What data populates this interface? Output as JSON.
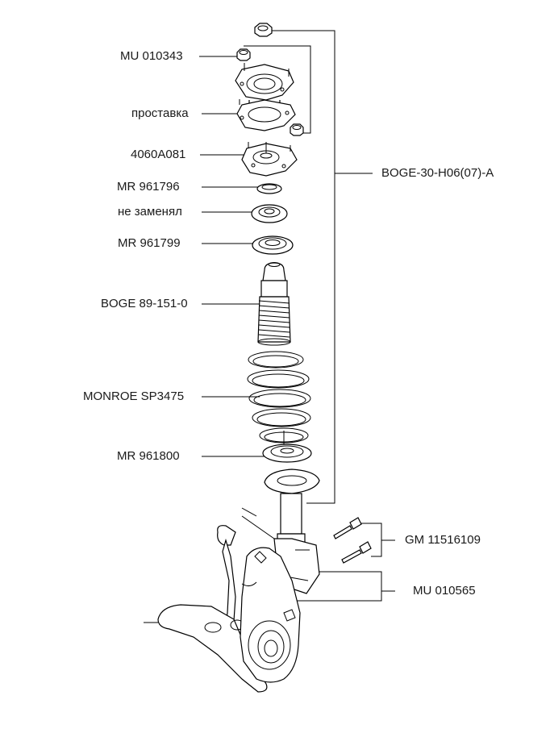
{
  "labels": {
    "upper_nut": "MU 010343",
    "spacer": "проставка",
    "top_mount": "4060A081",
    "bearing": "MR 961796",
    "seat": "не заменял",
    "upper_spring_pad": "MR 961799",
    "bump_boot": "BOGE 89-151-0",
    "spring": "MONROE SP3475",
    "lower_spring_pad": "MR 961800",
    "strut": "BOGE-30-H06(07)-A",
    "bolts": "GM 11516109",
    "bolt_nuts": "MU 010565"
  }
}
